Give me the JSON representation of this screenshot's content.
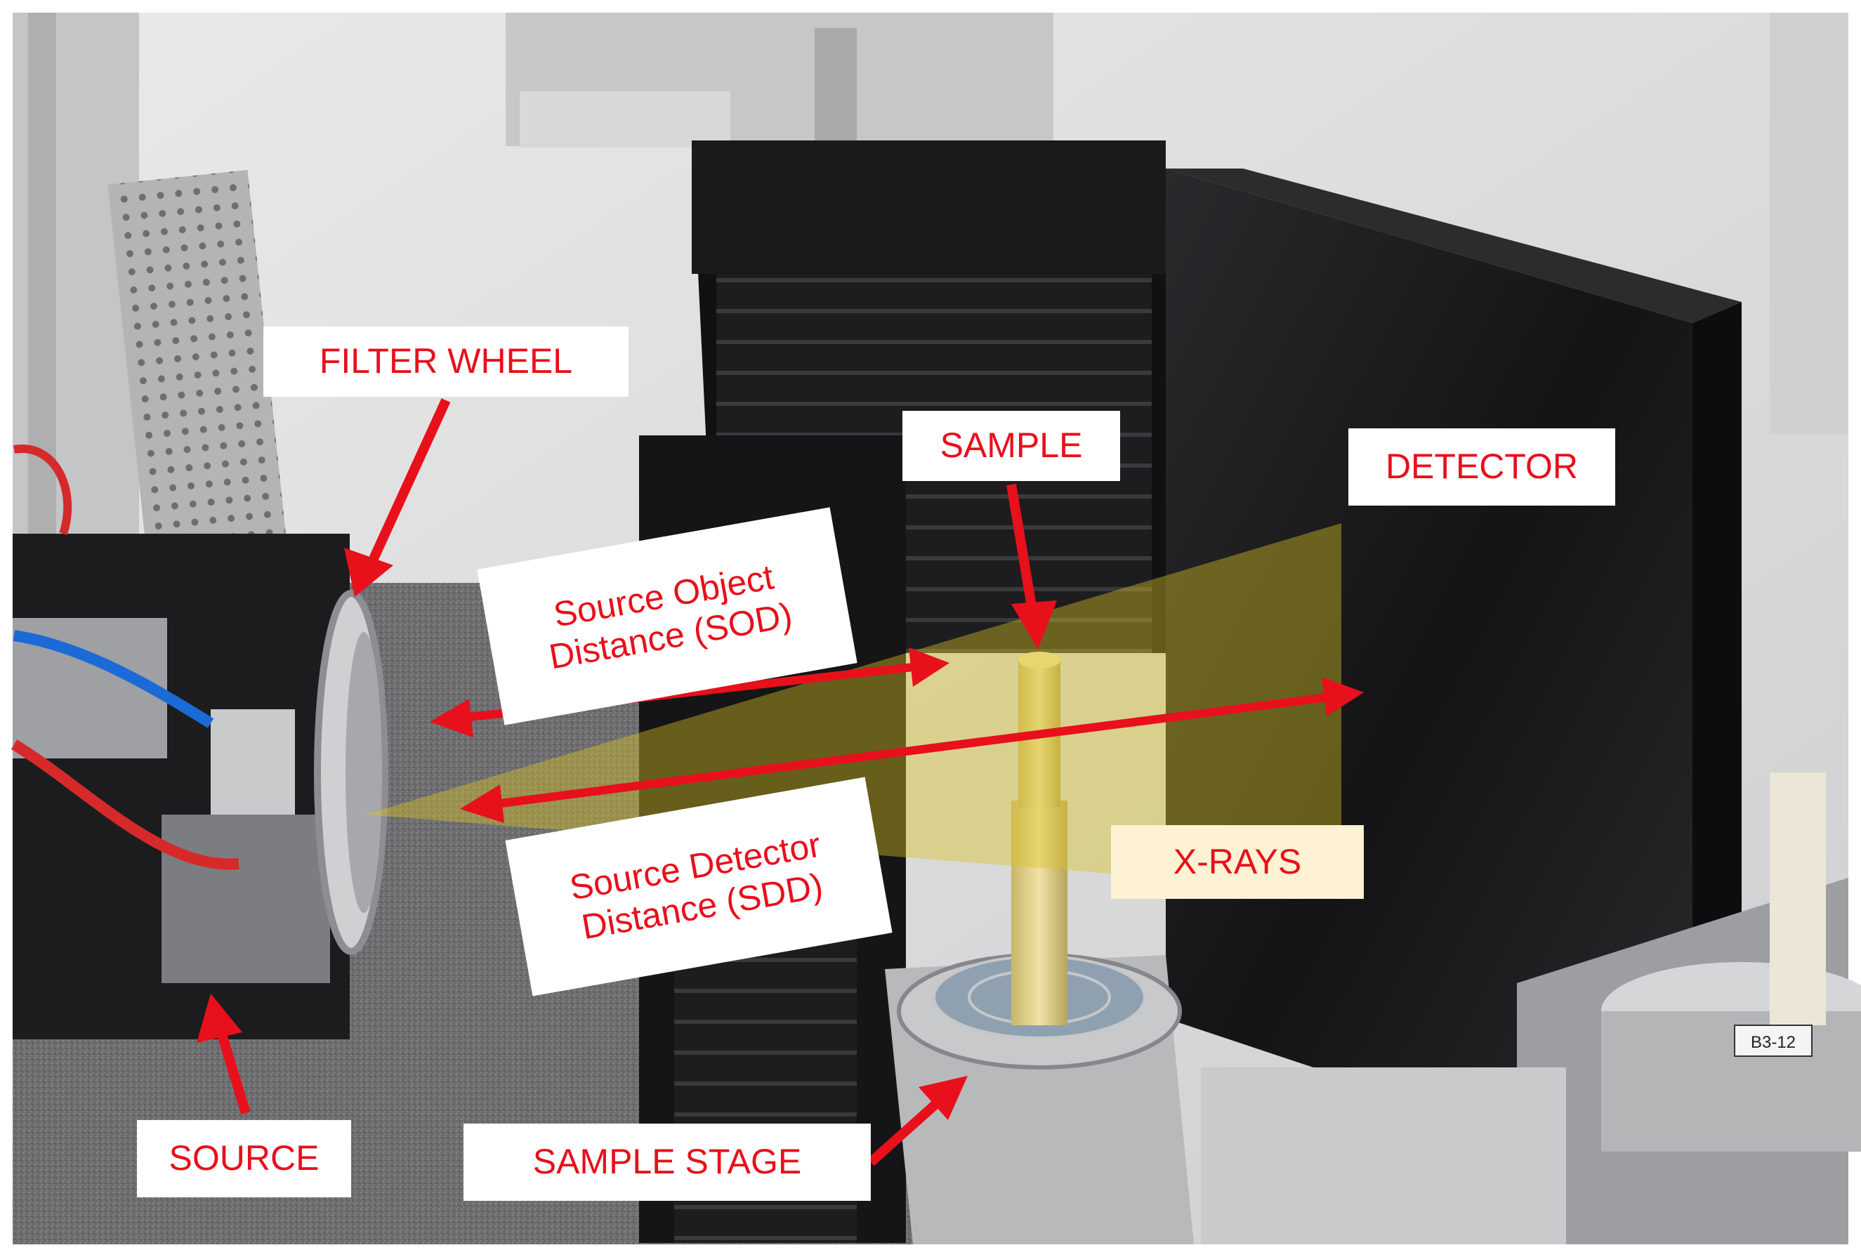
{
  "labels": {
    "filter_wheel": "FILTER WHEEL",
    "sample": "SAMPLE",
    "detector": "DETECTOR",
    "sod_line1": "Source Object",
    "sod_line2": "Distance (SOD)",
    "sdd_line1": "Source Detector",
    "sdd_line2": "Distance (SDD)",
    "xrays": "X-RAYS",
    "source": "SOURCE",
    "sample_stage": "SAMPLE STAGE",
    "sample_tag": "B3-12"
  },
  "colors": {
    "annotation_red": "#e8101b",
    "xray_beam": "#d9c323",
    "xrays_label_bg": "#fdf2d3",
    "detector_body": "#1b1b1d",
    "wall": "#e6e6e6",
    "aluminum": "#b9babc"
  },
  "photo_subject": "x-ray computed tomography system with source, filter wheel, sample, sample stage and detector"
}
